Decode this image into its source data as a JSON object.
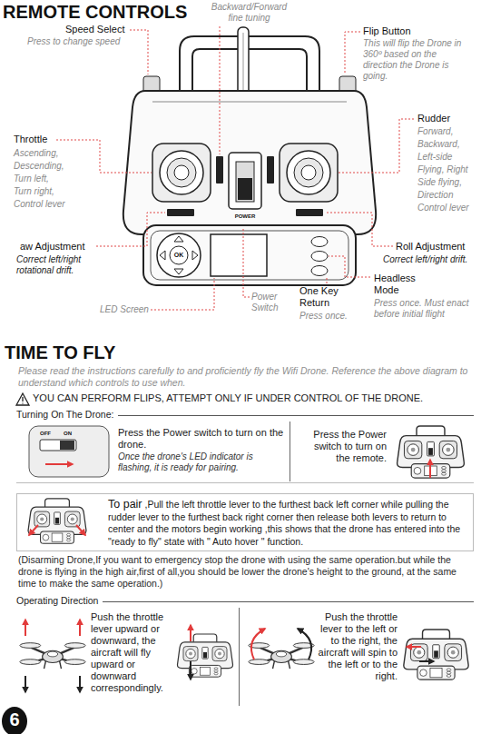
{
  "diagram": {
    "title": "REMOTE CONTROLS",
    "nodes": [
      {
        "text": [
          "Turning On The Drone:"
        ]
      },
      {
        "text": [
          "Press the Power switch to turn on the drone.",
          "Once the drone's LED indicator is flashing, it is ready for pairing."
        ],
        "in": 0
      },
      {
        "text": [
          "Press the Power switch to turn on the remote."
        ],
        "in": 0
      },
      {
        "text": [
          "To pair",
          ",Pull the left throttle lever to the furthest back left corner while pulling the rudder lever to the furthest back right corner then release both levers to return to center and the motors begin working ,this shows that the drone has entered into the \"ready to fly\" state with \" Auto hover \" function."
        ]
      },
      {
        "text": [
          "Operating Direction"
        ]
      },
      {
        "text": [
          "Push the throttle lever upward or downward, the aircraft will fly upward or downward correspondingly."
        ],
        "in": 4
      },
      {
        "text": [
          "Push the throttle lever to the left or to the right, the aircraft will spin to the left or to the right."
        ],
        "in": 4
      },
      {
        "text": [
          "6"
        ]
      }
    ],
    "labels": [
      "Backward/Forward fine tuning",
      "Speed Select",
      "Press to change speed",
      "Flip Button",
      "This will flip the Drone in 360º based on the direction the Drone is going.",
      "Throttle",
      "Ascending, Descending, Turn left, Turn right, Control lever",
      "Rudder",
      "Forward, Backward, Left-side Flying, Right Side flying, Direction Control lever",
      "aw Adjustment",
      "Correct left/right rotational drift.",
      "Roll Adjustment",
      "Correct left/right drift.",
      "Headless Mode",
      "Press once. Must enact before initial flight",
      "One Key Return",
      "Press once.",
      "Power Switch",
      "LED Screen",
      "POWER",
      "OK",
      "OFF",
      "ON",
      "TIME TO FLY",
      "Please read the instructions carefully to and proficiently fly the Wifi Drone. Reference the above diagram to understand which controls to use when.",
      "YOU CAN PERFORM FLIPS, ATTEMPT ONLY IF UNDER CONTROL OF THE DRONE.",
      "(Disarming Drone,If you want to emergency stop the drone with using the same operation.but while the drone is flying in the high air,first of all,you should be lower the drone's height to the ground, at the same time to make the same operation.)"
    ]
  }
}
